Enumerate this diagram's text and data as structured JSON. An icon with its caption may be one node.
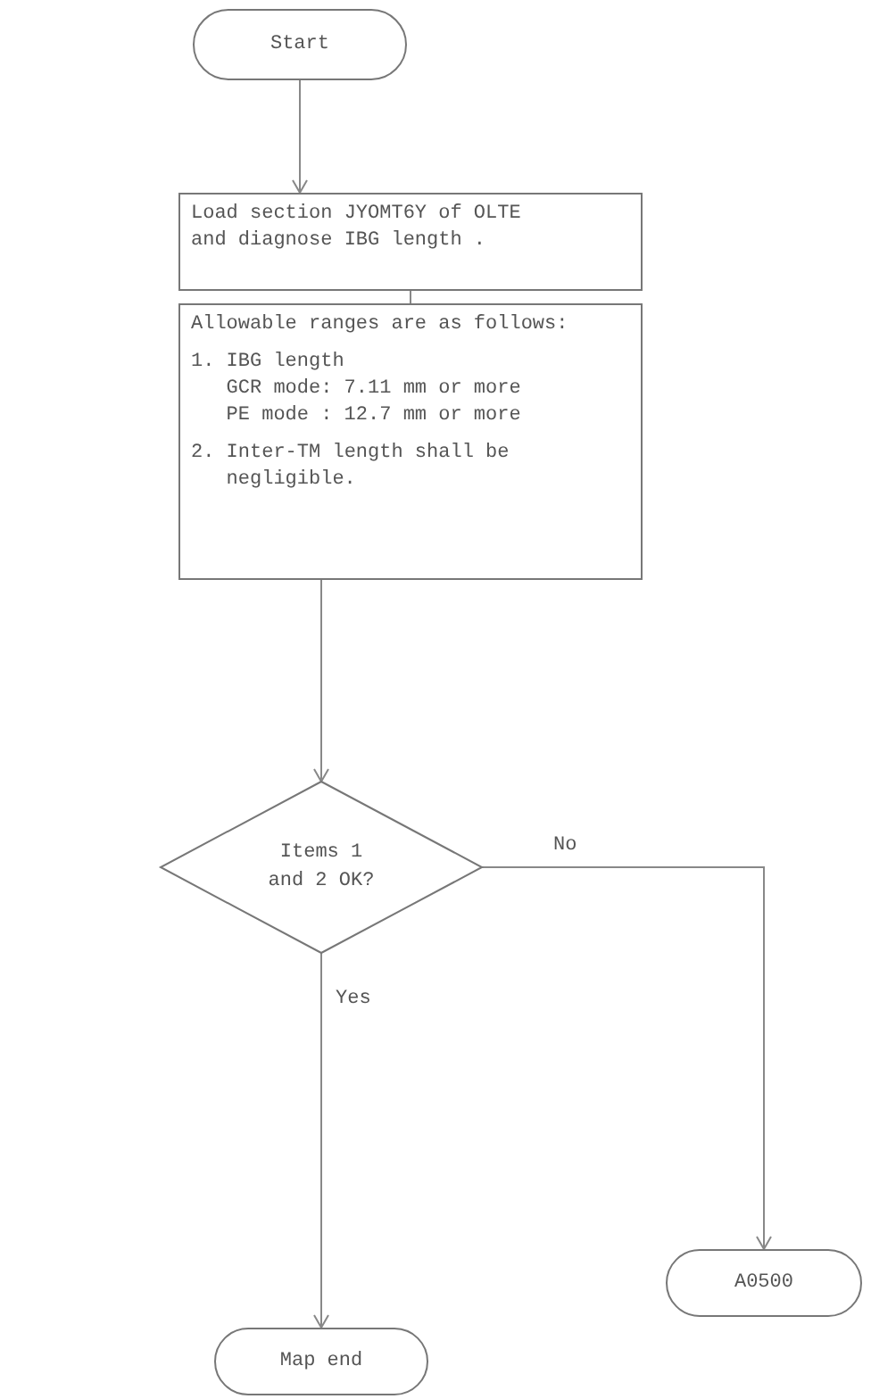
{
  "diagram": {
    "nodes": [
      {
        "text": [
          "Start"
        ]
      },
      {
        "text": [
          "Load section JYOMT6Y of OLTE and diagnose IBG length ."
        ]
      },
      {
        "text": [
          "Allowable ranges are as follows:",
          "1. IBG length",
          "GCR mode: 7.11 mm or more",
          "PE mode : 12.7 mm or more",
          "2. Inter-TM length shall be negligible."
        ]
      },
      {
        "text": [
          "Items 1 and 2 OK?"
        ]
      },
      {
        "text": [
          "A0500"
        ]
      },
      {
        "text": [
          "Map end"
        ]
      }
    ],
    "edges": [
      {
        "from": 0,
        "to": 1,
        "arrow": "to"
      },
      {
        "from": 1,
        "to": 2,
        "arrow": "none"
      },
      {
        "from": 2,
        "to": 3,
        "arrow": "to"
      },
      {
        "from": 3,
        "to": 4,
        "arrow": "to",
        "label": "No"
      },
      {
        "from": 3,
        "to": 5,
        "arrow": "to",
        "label": "Yes"
      }
    ]
  }
}
